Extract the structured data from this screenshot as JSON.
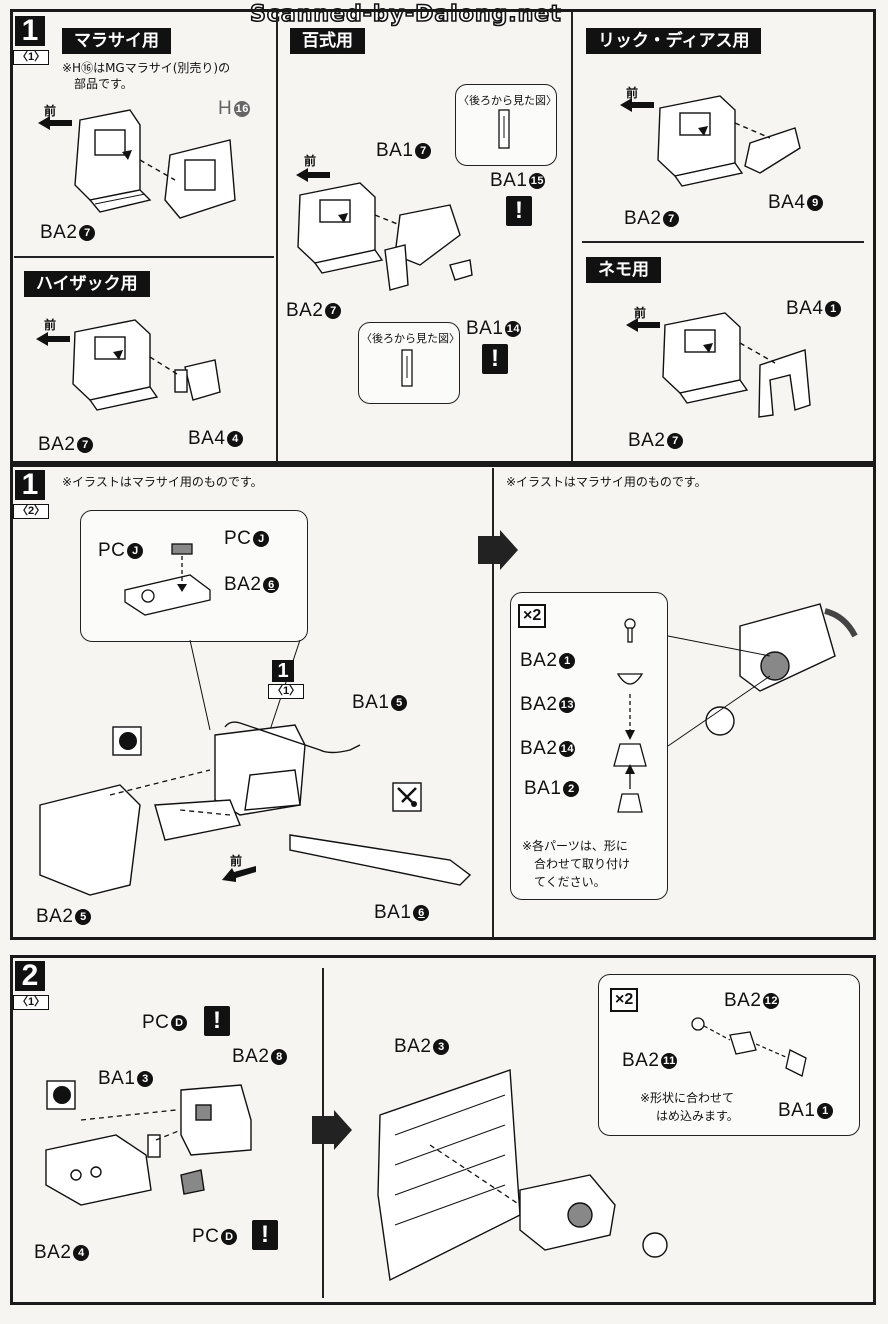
{
  "watermark": "Scanned-by-Dalong.net",
  "colors": {
    "ink": "#111111",
    "paper": "#f6f5f2"
  },
  "section1_1": {
    "step": "1",
    "sub": "〈1〉",
    "marasai": {
      "title": "マラサイ用",
      "note_line1": "※H⑯はMGマラサイ(別売り)の",
      "note_line2": "部品です。",
      "front": "前",
      "part_h": "H",
      "part_h_num": "16",
      "part_main": "BA2",
      "part_main_num": "7"
    },
    "hizack": {
      "title": "ハイザック用",
      "front": "前",
      "part_main": "BA2",
      "part_main_num": "7",
      "part_b": "BA4",
      "part_b_num": "4"
    },
    "hyakushiki": {
      "title": "百式用",
      "front": "前",
      "rear_view_top": "〈後ろから見た図〉",
      "rear_view_bottom": "〈後ろから見た図〉",
      "part_a": "BA1",
      "part_a_num": "7",
      "part_b": "BA1",
      "part_b_num": "15",
      "part_c": "BA2",
      "part_c_num": "7",
      "part_d": "BA1",
      "part_d_num": "14",
      "excl": "!"
    },
    "rickdias": {
      "title": "リック・ディアス用",
      "front": "前",
      "part_main": "BA2",
      "part_main_num": "7",
      "part_b": "BA4",
      "part_b_num": "9"
    },
    "nemo": {
      "title": "ネモ用",
      "front": "前",
      "part_main": "BA2",
      "part_main_num": "7",
      "part_b": "BA4",
      "part_b_num": "1"
    }
  },
  "section1_2": {
    "step": "1",
    "sub": "〈2〉",
    "note_left": "※イラストはマラサイ用のものです。",
    "note_right": "※イラストはマラサイ用のものです。",
    "pc_j_a": "PC",
    "pc_j_a_num": "J",
    "pc_j_b": "PC",
    "pc_j_b_num": "J",
    "ba2_6": "BA2",
    "ba2_6_num": "6",
    "ref_step": "1",
    "ref_sub": "〈1〉",
    "ba1_5": "BA1",
    "ba1_5_num": "5",
    "ba2_5": "BA2",
    "ba2_5_num": "5",
    "ba1_6": "BA1",
    "ba1_6_num": "6",
    "front": "前",
    "x2": "×2",
    "ba2_1": "BA2",
    "ba2_1_num": "1",
    "ba2_13": "BA2",
    "ba2_13_num": "13",
    "ba2_14": "BA2",
    "ba2_14_num": "14",
    "ba1_2": "BA1",
    "ba1_2_num": "2",
    "note_parts_1": "※各パーツは、形に",
    "note_parts_2": "合わせて取り付け",
    "note_parts_3": "てください。"
  },
  "section2_1": {
    "step": "2",
    "sub": "〈1〉",
    "pc_d_a": "PC",
    "pc_d_a_num": "D",
    "ba2_8": "BA2",
    "ba2_8_num": "8",
    "ba1_3": "BA1",
    "ba1_3_num": "3",
    "ba2_4": "BA2",
    "ba2_4_num": "4",
    "pc_d_b": "PC",
    "pc_d_b_num": "D",
    "ba2_3": "BA2",
    "ba2_3_num": "3",
    "x2": "×2",
    "ba2_12": "BA2",
    "ba2_12_num": "12",
    "ba2_11": "BA2",
    "ba2_11_num": "11",
    "ba1_1": "BA1",
    "ba1_1_num": "1",
    "note_1": "※形状に合わせて",
    "note_2": "はめ込みます。",
    "excl": "!"
  }
}
